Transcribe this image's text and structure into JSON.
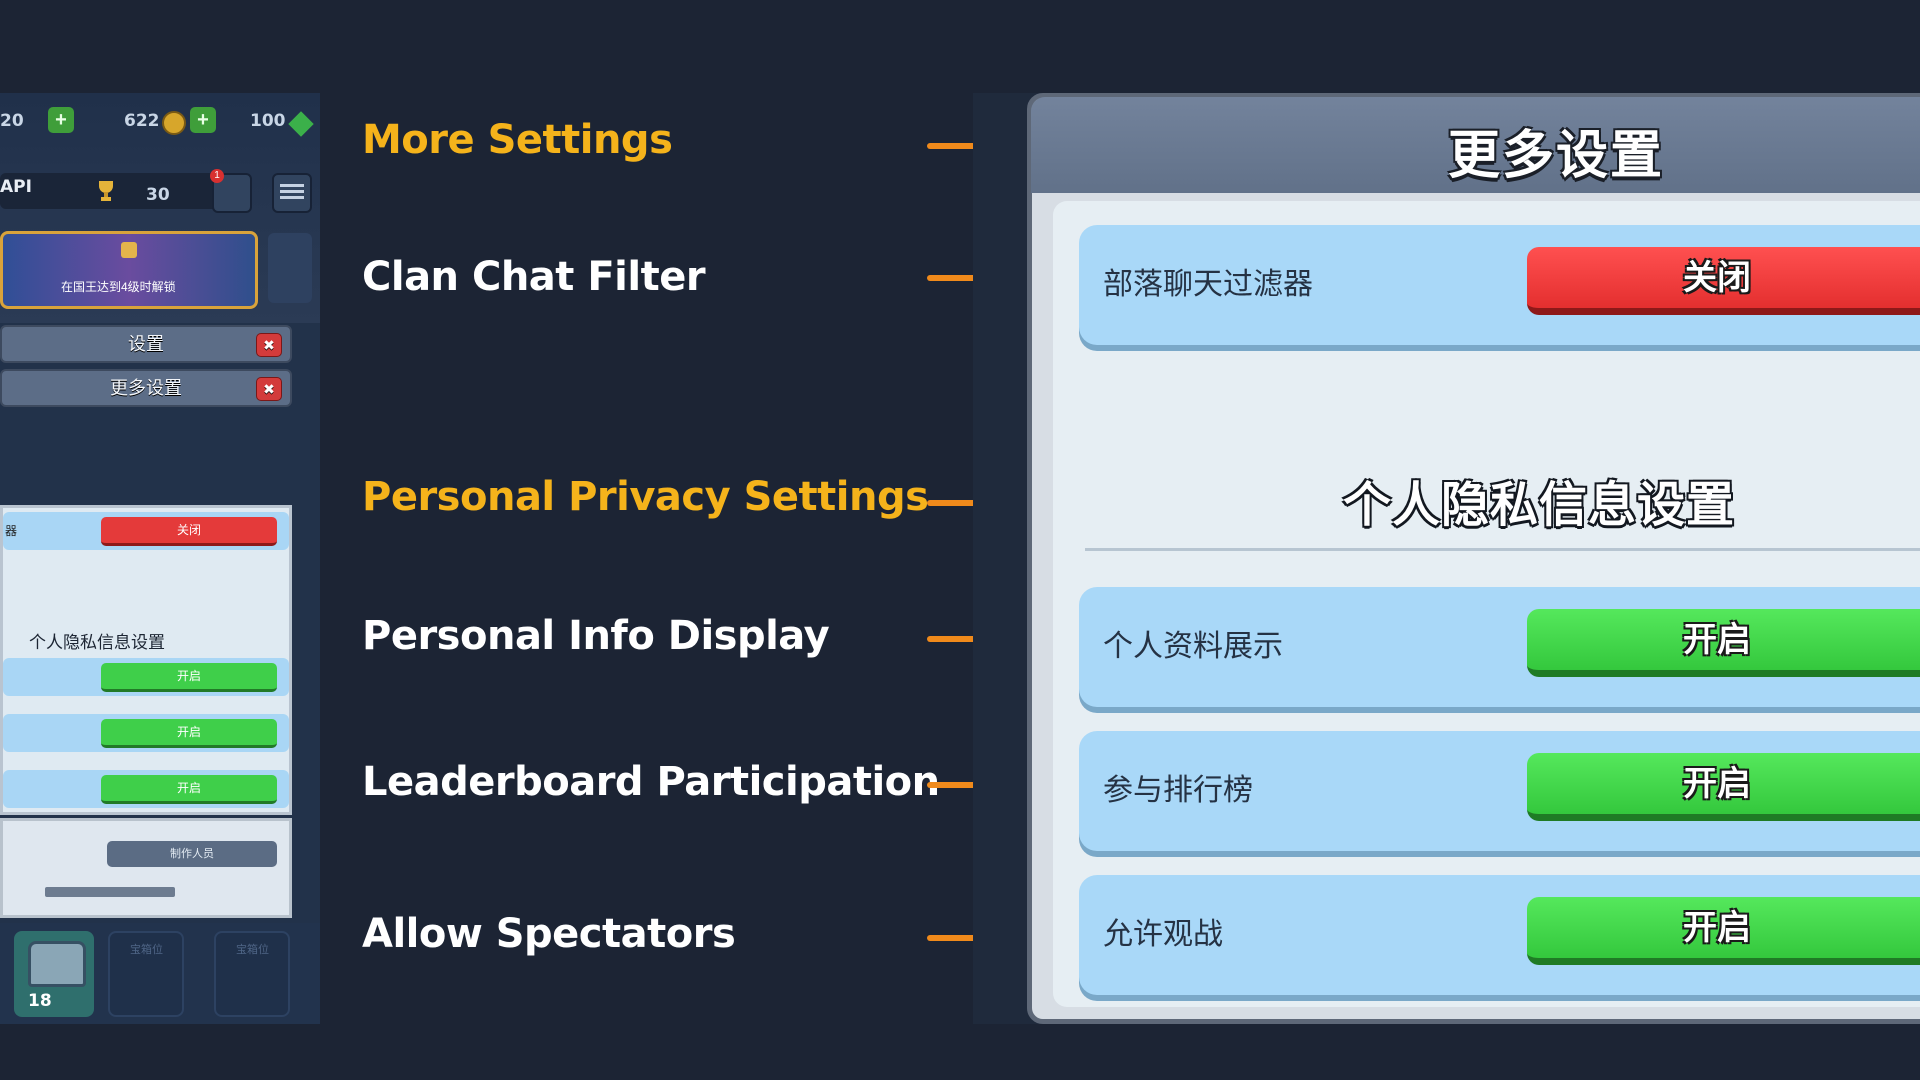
{
  "colors": {
    "background": "#1c2434",
    "accent_orange": "#f08a1b",
    "label_yellow": "#f5b31b",
    "toggle_on": "#3fcf4a",
    "toggle_off": "#e43a3a"
  },
  "labels": [
    {
      "text": "More Settings",
      "style": "yellow"
    },
    {
      "text": "Clan Chat Filter",
      "style": "white"
    },
    {
      "text": "Personal Privacy Settings",
      "style": "yellow"
    },
    {
      "text": "Personal Info Display",
      "style": "white"
    },
    {
      "text": "Leaderboard Participation",
      "style": "white"
    },
    {
      "text": "Allow Spectators",
      "style": "white"
    }
  ],
  "zoom": {
    "title": "更多设置",
    "privacy_title": "个人隐私信息设置",
    "rows": [
      {
        "label": "部落聊天过滤器",
        "toggle": "关闭",
        "state": "off"
      },
      {
        "label": "个人资料展示",
        "toggle": "开启",
        "state": "on"
      },
      {
        "label": "参与排行榜",
        "toggle": "开启",
        "state": "on"
      },
      {
        "label": "允许观战",
        "toggle": "开启",
        "state": "on"
      }
    ]
  },
  "thumbnail": {
    "hud_left_text": "20",
    "gold": "622",
    "gems": "100",
    "name_fragment": "API",
    "trophies": "30",
    "notification_badge": "1",
    "event_text": "在国王达到4级时解锁",
    "settings_title": "设置",
    "more_settings_title": "更多设置",
    "filter_label_fragment": "器",
    "filter_toggle": "关闭",
    "privacy_title": "个人隐私信息设置",
    "toggle_on": "开启",
    "credits_button": "制作人员",
    "chest_count": "18",
    "chest_slot_label": "宝箱位",
    "close_symbol": "✖"
  }
}
